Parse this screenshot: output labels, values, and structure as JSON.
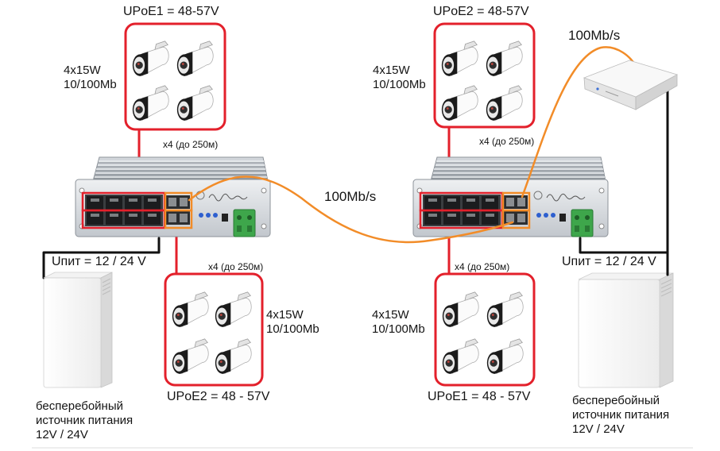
{
  "left_switch": {
    "top_cameras": {
      "voltage": "UPoE1 = 48-57V",
      "power": "4x15W",
      "speed": "10/100Mb",
      "cable": "x4 (до 250м)"
    },
    "bottom_cameras": {
      "voltage": "UPoE2 = 48 - 57V",
      "power": "4x15W",
      "speed": "10/100Mb",
      "cable": "x4 (до 250м)"
    },
    "supply": {
      "voltage": "Uпит = 12 / 24 V",
      "caption": [
        "бесперебойный",
        "источник питания",
        "12V / 24V"
      ]
    }
  },
  "right_switch": {
    "top_cameras": {
      "voltage": "UPoE2 = 48-57V",
      "power": "4x15W",
      "speed": "10/100Mb",
      "cable": "x4 (до 250м)"
    },
    "bottom_cameras": {
      "voltage": "UPoE1 = 48 - 57V",
      "power": "4x15W",
      "speed": "10/100Mb",
      "cable": "x4 (до 250м)"
    },
    "supply": {
      "voltage": "Uпит = 12 / 24 V",
      "caption": [
        "бесперебойный",
        "источник питания",
        "12V / 24V"
      ]
    }
  },
  "links": {
    "switch_to_switch": "100Mb/s",
    "switch_to_nvr": "100Mb/s"
  },
  "icons": {
    "camera": "bullet-camera-icon",
    "switch": "poe-switch-icon",
    "supply": "power-supply-icon",
    "recorder": "nvr-icon"
  },
  "colors": {
    "poe_cable": "#e3202b",
    "uplink_cable": "#f28c28",
    "power_cable": "#111111"
  }
}
